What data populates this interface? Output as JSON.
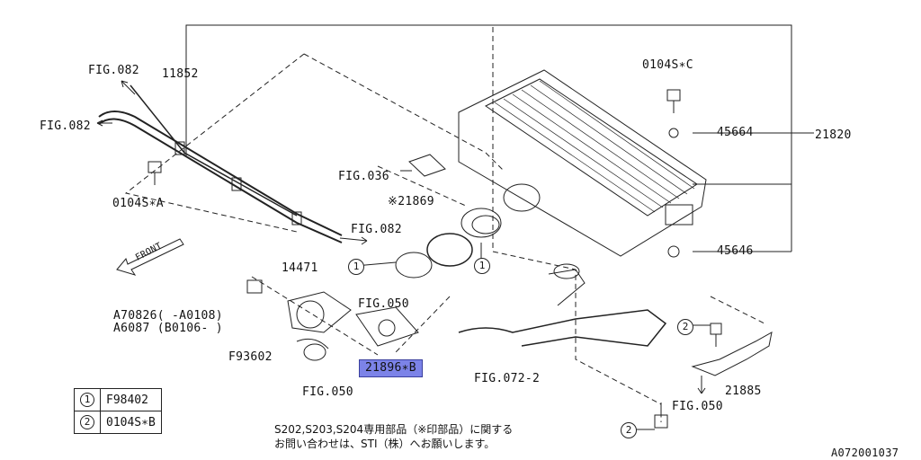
{
  "labels": {
    "fig082_a": "FIG.082",
    "fig082_b": "FIG.082",
    "fig082_c": "FIG.082",
    "p11852": "11852",
    "p0104sa": "0104S∗A",
    "fig036": "FIG.036",
    "p21869": "※21869",
    "p0104sc": "0104S∗C",
    "p45664": "45664",
    "p21820": "21820",
    "p45646": "45646",
    "p14471": "14471",
    "fig050_a": "FIG.050",
    "fig050_b": "FIG.050",
    "fig050_c": "FIG.050",
    "a70826": "A70826(   -A0108)",
    "a6087": "A6087 (B0106-   )",
    "f93602": "F93602",
    "p21896b": "21896∗B",
    "fig072": "FIG.072-2",
    "p21885": "21885",
    "front": "FRONT",
    "diagram_id": "A072001037"
  },
  "legend": [
    {
      "num": "1",
      "part": "F98402"
    },
    {
      "num": "2",
      "part": "0104S∗B"
    }
  ],
  "note": {
    "line1": "S202,S203,S204専用部品（※印部品）に関する",
    "line2": "お問い合わせは、STI（株）へお願いします。"
  },
  "callouts": {
    "c1a": "1",
    "c1b": "1",
    "c2a": "2",
    "c2b": "2"
  },
  "colors": {
    "highlight": "#7c83e8",
    "line": "#222222"
  }
}
